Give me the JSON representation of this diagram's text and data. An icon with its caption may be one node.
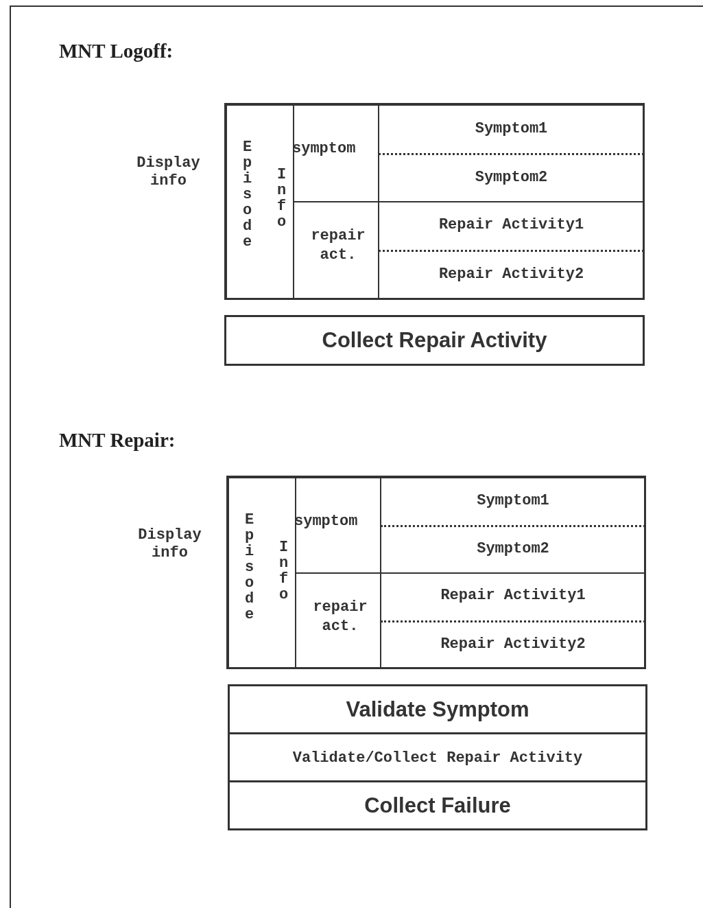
{
  "diagram": {
    "nodes": [
      {
        "text": [],
        "shape": "box",
        "beside": [
          "Display info"
        ]
      },
      {
        "text": [
          "Episode",
          "Info"
        ],
        "in": 0
      },
      {
        "text": [
          "symptom"
        ],
        "in": 0
      },
      {
        "text": [
          "Symptom1",
          "Symptom2"
        ],
        "in": 0
      },
      {
        "text": [
          "repair act."
        ],
        "in": 0
      },
      {
        "text": [
          "Repair Activity1",
          "Repair Activity2"
        ],
        "in": 0
      },
      {
        "text": [
          "Collect Repair Activity"
        ]
      },
      {
        "text": [],
        "shape": "box",
        "beside": [
          "Display info"
        ]
      },
      {
        "text": [
          "Episode",
          "Info"
        ],
        "in": 7
      },
      {
        "text": [
          "symptom"
        ],
        "in": 7
      },
      {
        "text": [
          "Symptom1",
          "Symptom2"
        ],
        "in": 7
      },
      {
        "text": [
          "repair act."
        ],
        "in": 7
      },
      {
        "text": [
          "Repair Activity1",
          "Repair Activity2"
        ],
        "in": 7
      },
      {
        "text": [
          "Validate Symptom"
        ]
      },
      {
        "text": [
          "Validate/Collect Repair Activity"
        ]
      },
      {
        "text": [
          "Collect Failure"
        ]
      }
    ],
    "edges": [],
    "labels": [
      "MNT Logoff:",
      "MNT Repair:"
    ]
  }
}
